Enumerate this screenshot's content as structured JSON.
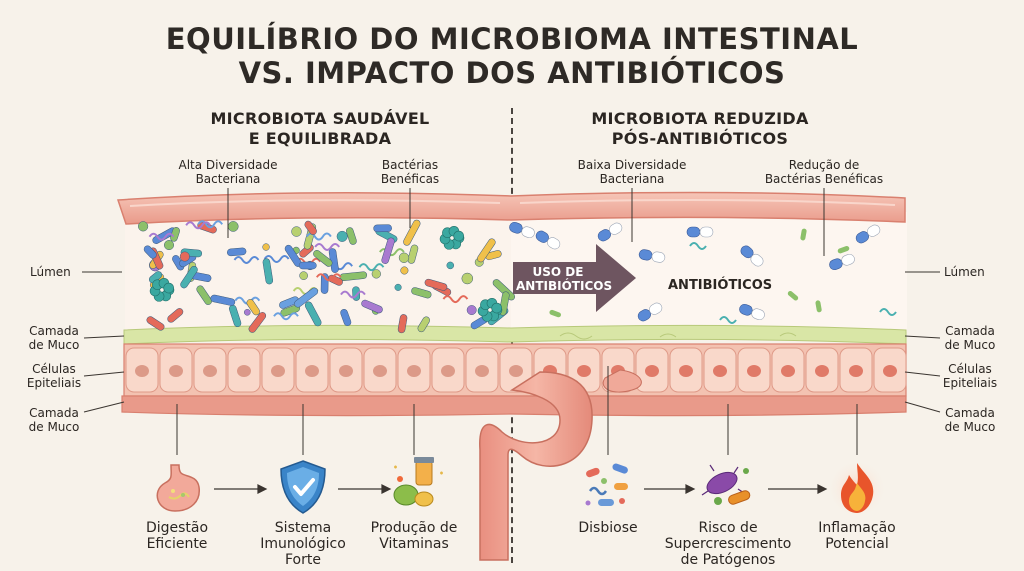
{
  "title": {
    "line1": "EQUILÍBRIO DO MICROBIOMA INTESTINAL",
    "line2": "VS. IMPACTO DOS ANTIBIÓTICOS"
  },
  "left": {
    "heading_line1": "MICROBIOTA SAUDÁVEL",
    "heading_line2": "E EQUILIBRADA",
    "callout_diversity_line1": "Alta Diversidade",
    "callout_diversity_line2": "Bacteriana",
    "callout_beneficial_line1": "Bactérias",
    "callout_beneficial_line2": "Benéficas",
    "outcomes": [
      {
        "lines": [
          "Digestão",
          "Eficiente"
        ],
        "icon": "stomach-icon"
      },
      {
        "lines": [
          "Sistema",
          "Imunológico",
          "Forte"
        ],
        "icon": "shield-check-icon"
      },
      {
        "lines": [
          "Produção de",
          "Vitaminas"
        ],
        "icon": "vitamins-icon"
      }
    ]
  },
  "right": {
    "heading_line1": "MICROBIOTA REDUZIDA",
    "heading_line2": "PÓS-ANTIBIÓTICOS",
    "callout_diversity_line1": "Baixa Diversidade",
    "callout_diversity_line2": "Bacteriana",
    "callout_reduction_line1": "Redução de",
    "callout_reduction_line2": "Bactérias Benéficas",
    "antibiotics_label": "ANTIBIÓTICOS",
    "outcomes": [
      {
        "lines": [
          "Disbiose"
        ],
        "icon": "dysbiosis-icon"
      },
      {
        "lines": [
          "Risco de",
          "Supercrescimento",
          "de Patógenos"
        ],
        "icon": "pathogen-icon"
      },
      {
        "lines": [
          "Inflamação",
          "Potencial"
        ],
        "icon": "flame-icon"
      }
    ]
  },
  "arrow_label_line1": "USO DE",
  "arrow_label_line2": "ANTIBIÓTICOS",
  "side_labels": {
    "lumen": "Lúmen",
    "mucus_line1": "Camada",
    "mucus_line2": "de Muco",
    "epithelial_line1": "Células",
    "epithelial_line2": "Epiteliais"
  },
  "colors": {
    "background": "#f7f2ea",
    "tissue": "#f2b2a4",
    "mucus": "#d9e6a6",
    "cells": "#f6cdbd",
    "nucleus": "#dc8d7c",
    "arrow": "#6e5560",
    "flame": "#e8552b",
    "shield": "#3a84c8"
  }
}
